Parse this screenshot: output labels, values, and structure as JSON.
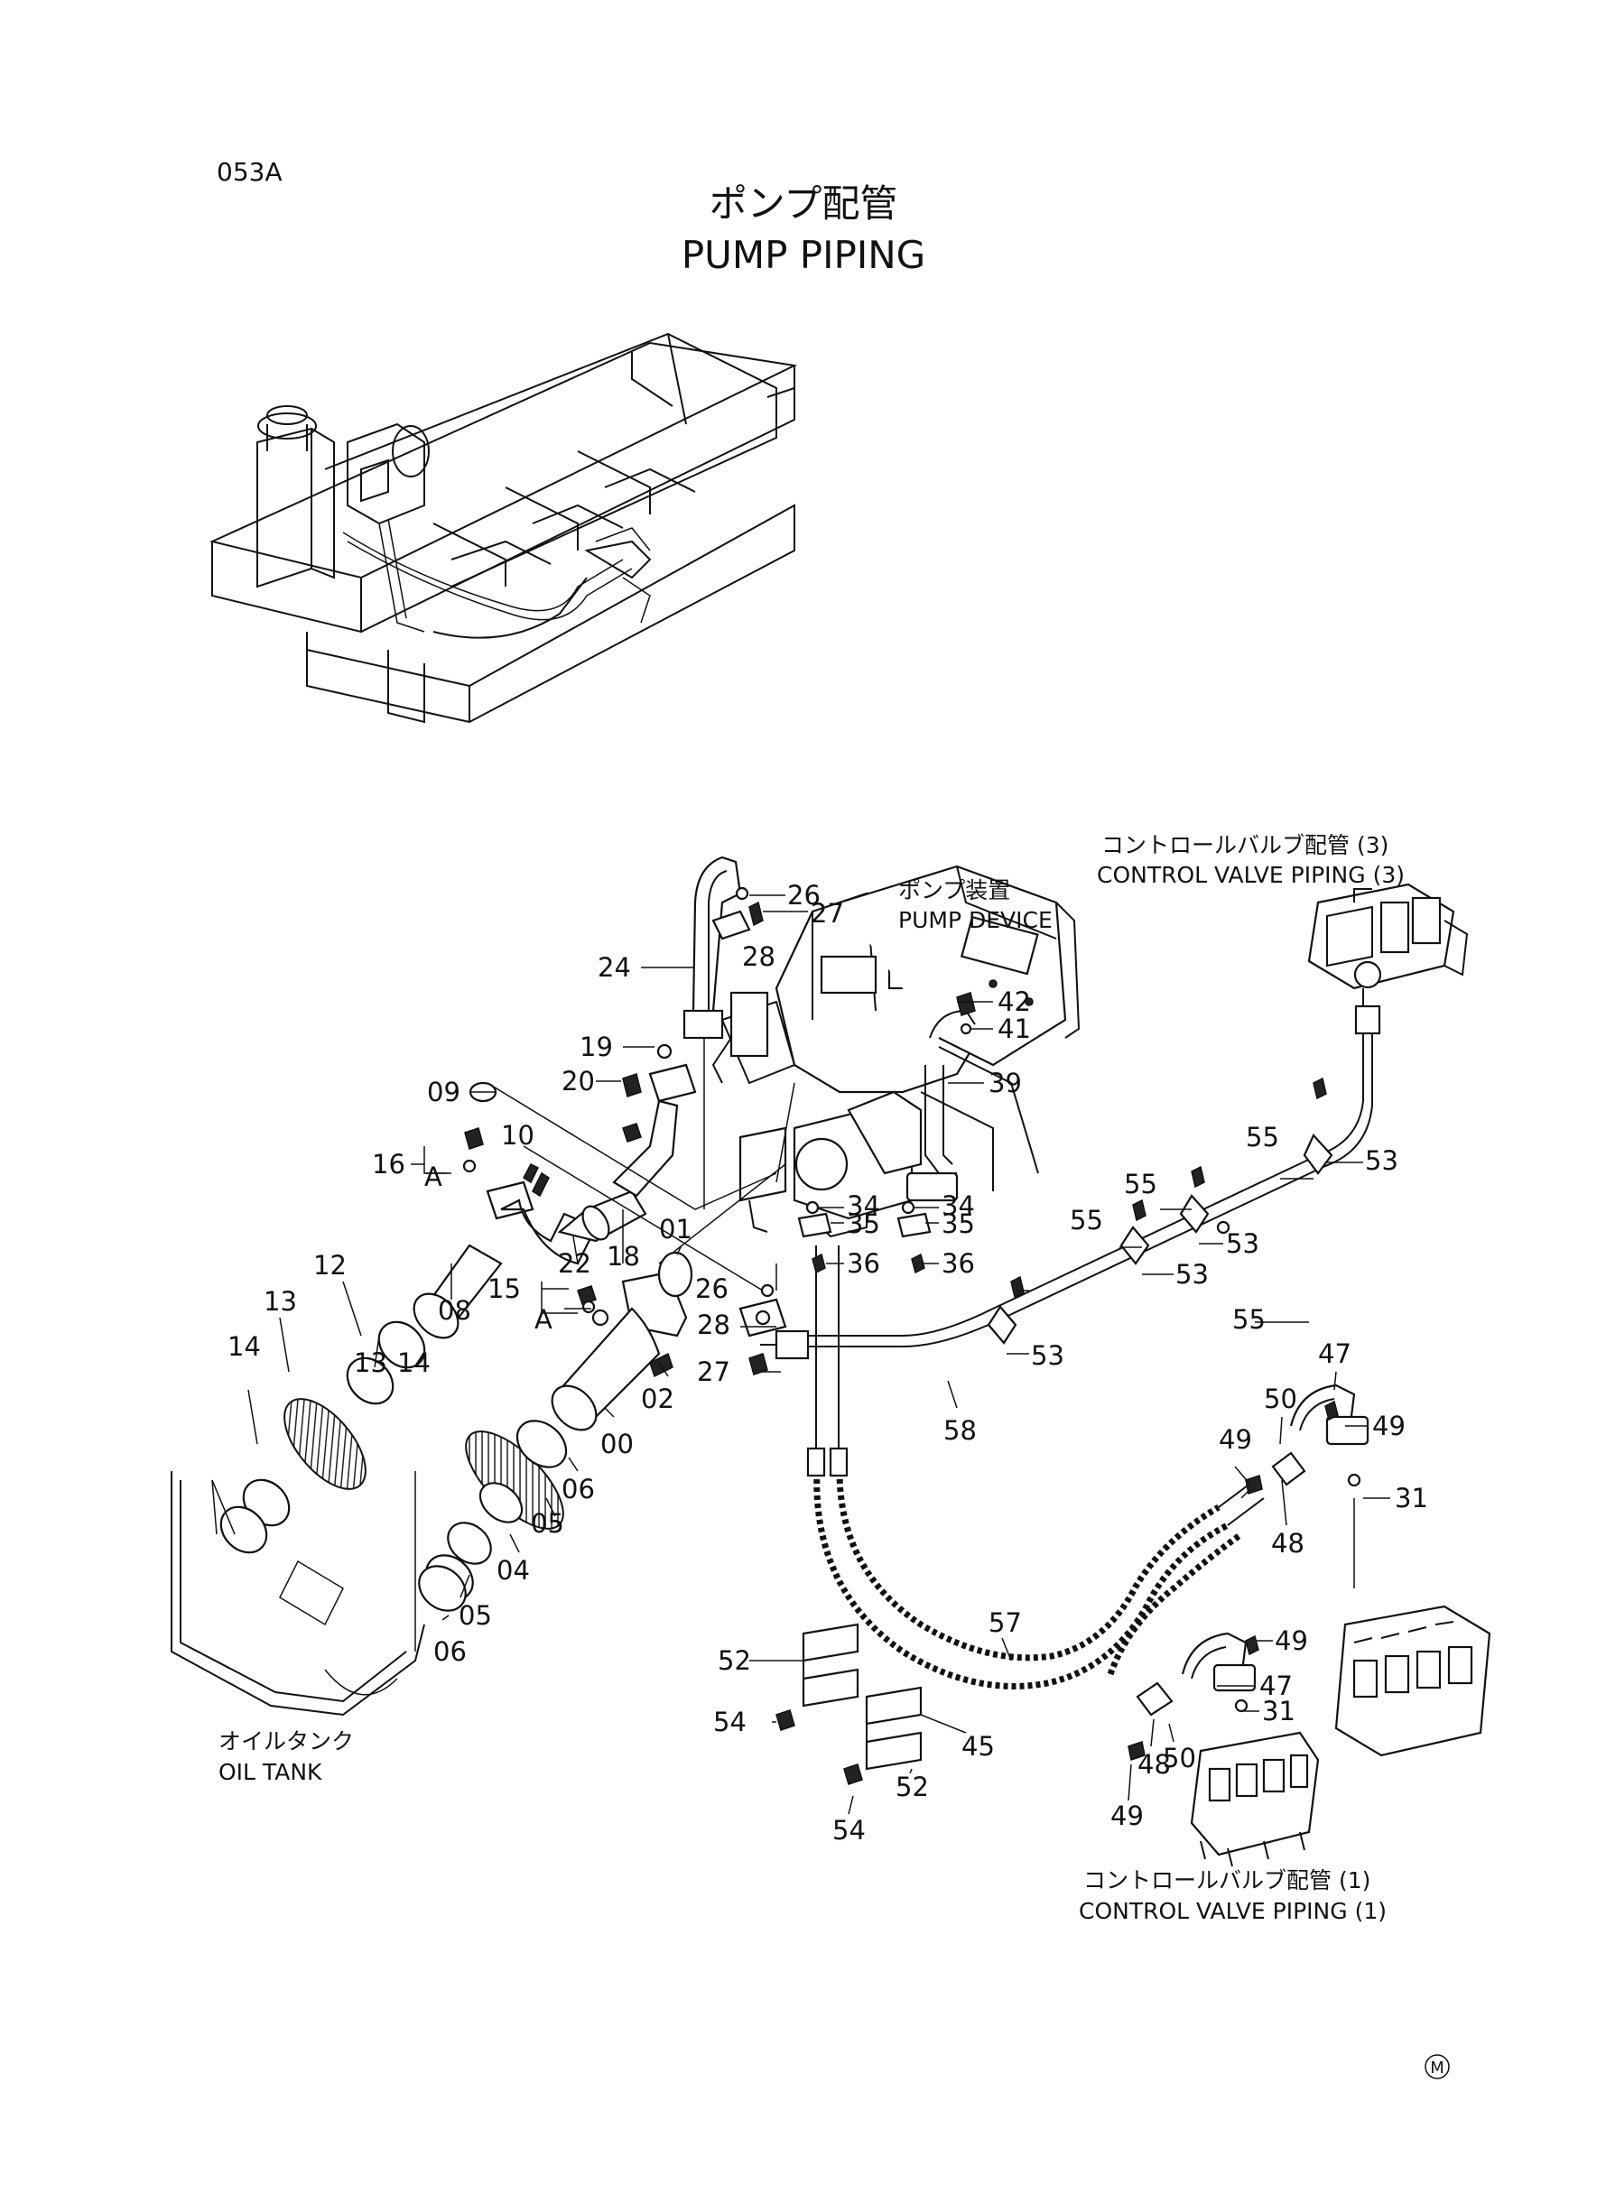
{
  "header": {
    "page_code": "053A",
    "title_jp": "ポンプ配管",
    "title_en": "PUMP PIPING"
  },
  "labels": {
    "pump_device_jp": "ポンプ装置",
    "pump_device_en": "PUMP DEVICE",
    "cv3_jp": "コントロールバルブ配管 (3)",
    "cv3_en": "CONTROL VALVE PIPING (3)",
    "cv1_jp": "コントロールバルブ配管 (1)",
    "cv1_en": "CONTROL VALVE PIPING (1)",
    "oil_tank_jp": "オイルタンク",
    "oil_tank_en": "OIL TANK",
    "marker_a": "A",
    "marker_a2": "A",
    "footer_mark": "M"
  },
  "callouts": [
    "26",
    "27",
    "28",
    "24",
    "42",
    "19",
    "41",
    "09",
    "20",
    "39",
    "16",
    "10",
    "34",
    "35",
    "34",
    "35",
    "22",
    "18",
    "01",
    "12",
    "08",
    "36",
    "36",
    "13",
    "26",
    "15",
    "55",
    "28",
    "14",
    "13",
    "14",
    "27",
    "02",
    "00",
    "58",
    "06",
    "05",
    "04",
    "05",
    "06",
    "55",
    "53",
    "55",
    "53",
    "53",
    "55",
    "53",
    "47",
    "50",
    "49",
    "49",
    "48",
    "31",
    "57",
    "49",
    "52",
    "47",
    "54",
    "45",
    "31",
    "50",
    "48",
    "49",
    "52",
    "54"
  ]
}
